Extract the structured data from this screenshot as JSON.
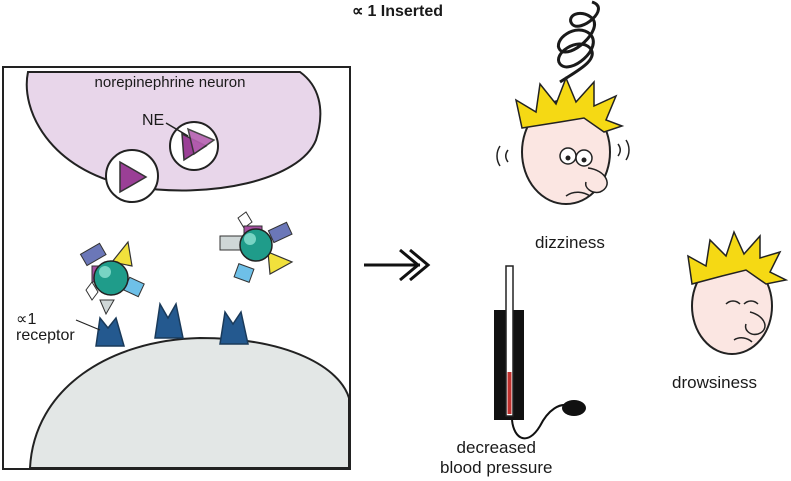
{
  "title": {
    "symbol": "∝",
    "text": "1 Inserted"
  },
  "neuron": {
    "label": "norepinephrine neuron",
    "transmitter_label": "NE"
  },
  "receptor": {
    "symbol": "∝",
    "line1": "1",
    "line2": "receptor"
  },
  "effects": {
    "dizziness": "dizziness",
    "drowsiness": "drowsiness",
    "blood_pressure_line1": "decreased",
    "blood_pressure_line2": "blood pressure"
  },
  "colors": {
    "neuron_fill": "#e8d6ea",
    "vesicle_triangle": "#9a3f96",
    "drug_sphere": "#1f9c8a",
    "receptor": "#24598f",
    "postsynaptic_fill": "#e3e7e6",
    "hair": "#f5d914",
    "skin": "#fbe6e2",
    "mercury": "#c0312e"
  }
}
